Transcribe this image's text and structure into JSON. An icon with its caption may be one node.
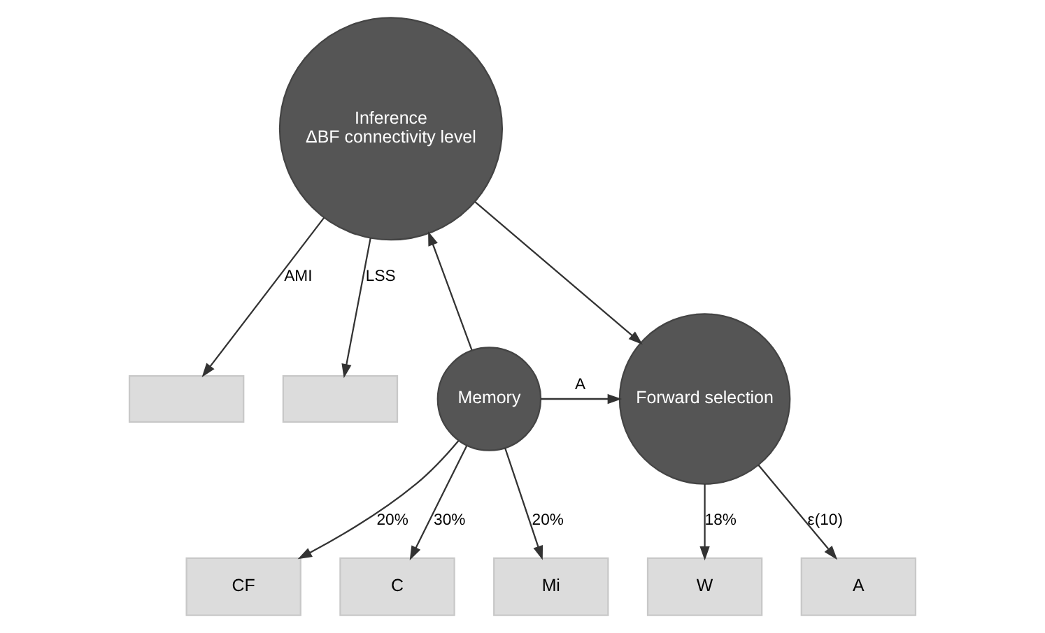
{
  "diagram": {
    "nodes": [
      {
        "text": [],
        "shape": "box"
      },
      {
        "text": [],
        "shape": "box"
      },
      {
        "text": [
          "Inference",
          "ΔBF connectivity level"
        ]
      },
      {
        "text": [
          "CF"
        ]
      },
      {
        "text": [
          "C"
        ]
      },
      {
        "text": [
          "Mi"
        ]
      },
      {
        "text": [
          "Memory"
        ]
      },
      {
        "text": [
          "Forward selection"
        ]
      },
      {
        "text": [
          "A"
        ]
      },
      {
        "text": [
          "W"
        ]
      }
    ],
    "edges": [
      {
        "from": 2,
        "to": 0,
        "arrow": "to",
        "label": "AMI"
      },
      {
        "from": 2,
        "to": 1,
        "arrow": "to",
        "label": "LSS"
      },
      {
        "from": 6,
        "to": 2,
        "arrow": "to"
      },
      {
        "from": 2,
        "to": 7,
        "arrow": "to"
      },
      {
        "from": 6,
        "to": 3,
        "arrow": "to",
        "label": "20%"
      },
      {
        "from": 6,
        "to": 4,
        "arrow": "to",
        "label": "30%"
      },
      {
        "from": 6,
        "to": 5,
        "arrow": "to",
        "label": "20%"
      },
      {
        "from": 6,
        "to": 7,
        "arrow": "to",
        "label": "A"
      },
      {
        "from": 7,
        "to": 8,
        "arrow": "to",
        "label": "ε(10)"
      },
      {
        "from": 7,
        "to": 9,
        "arrow": "to",
        "label": "18%"
      }
    ]
  }
}
